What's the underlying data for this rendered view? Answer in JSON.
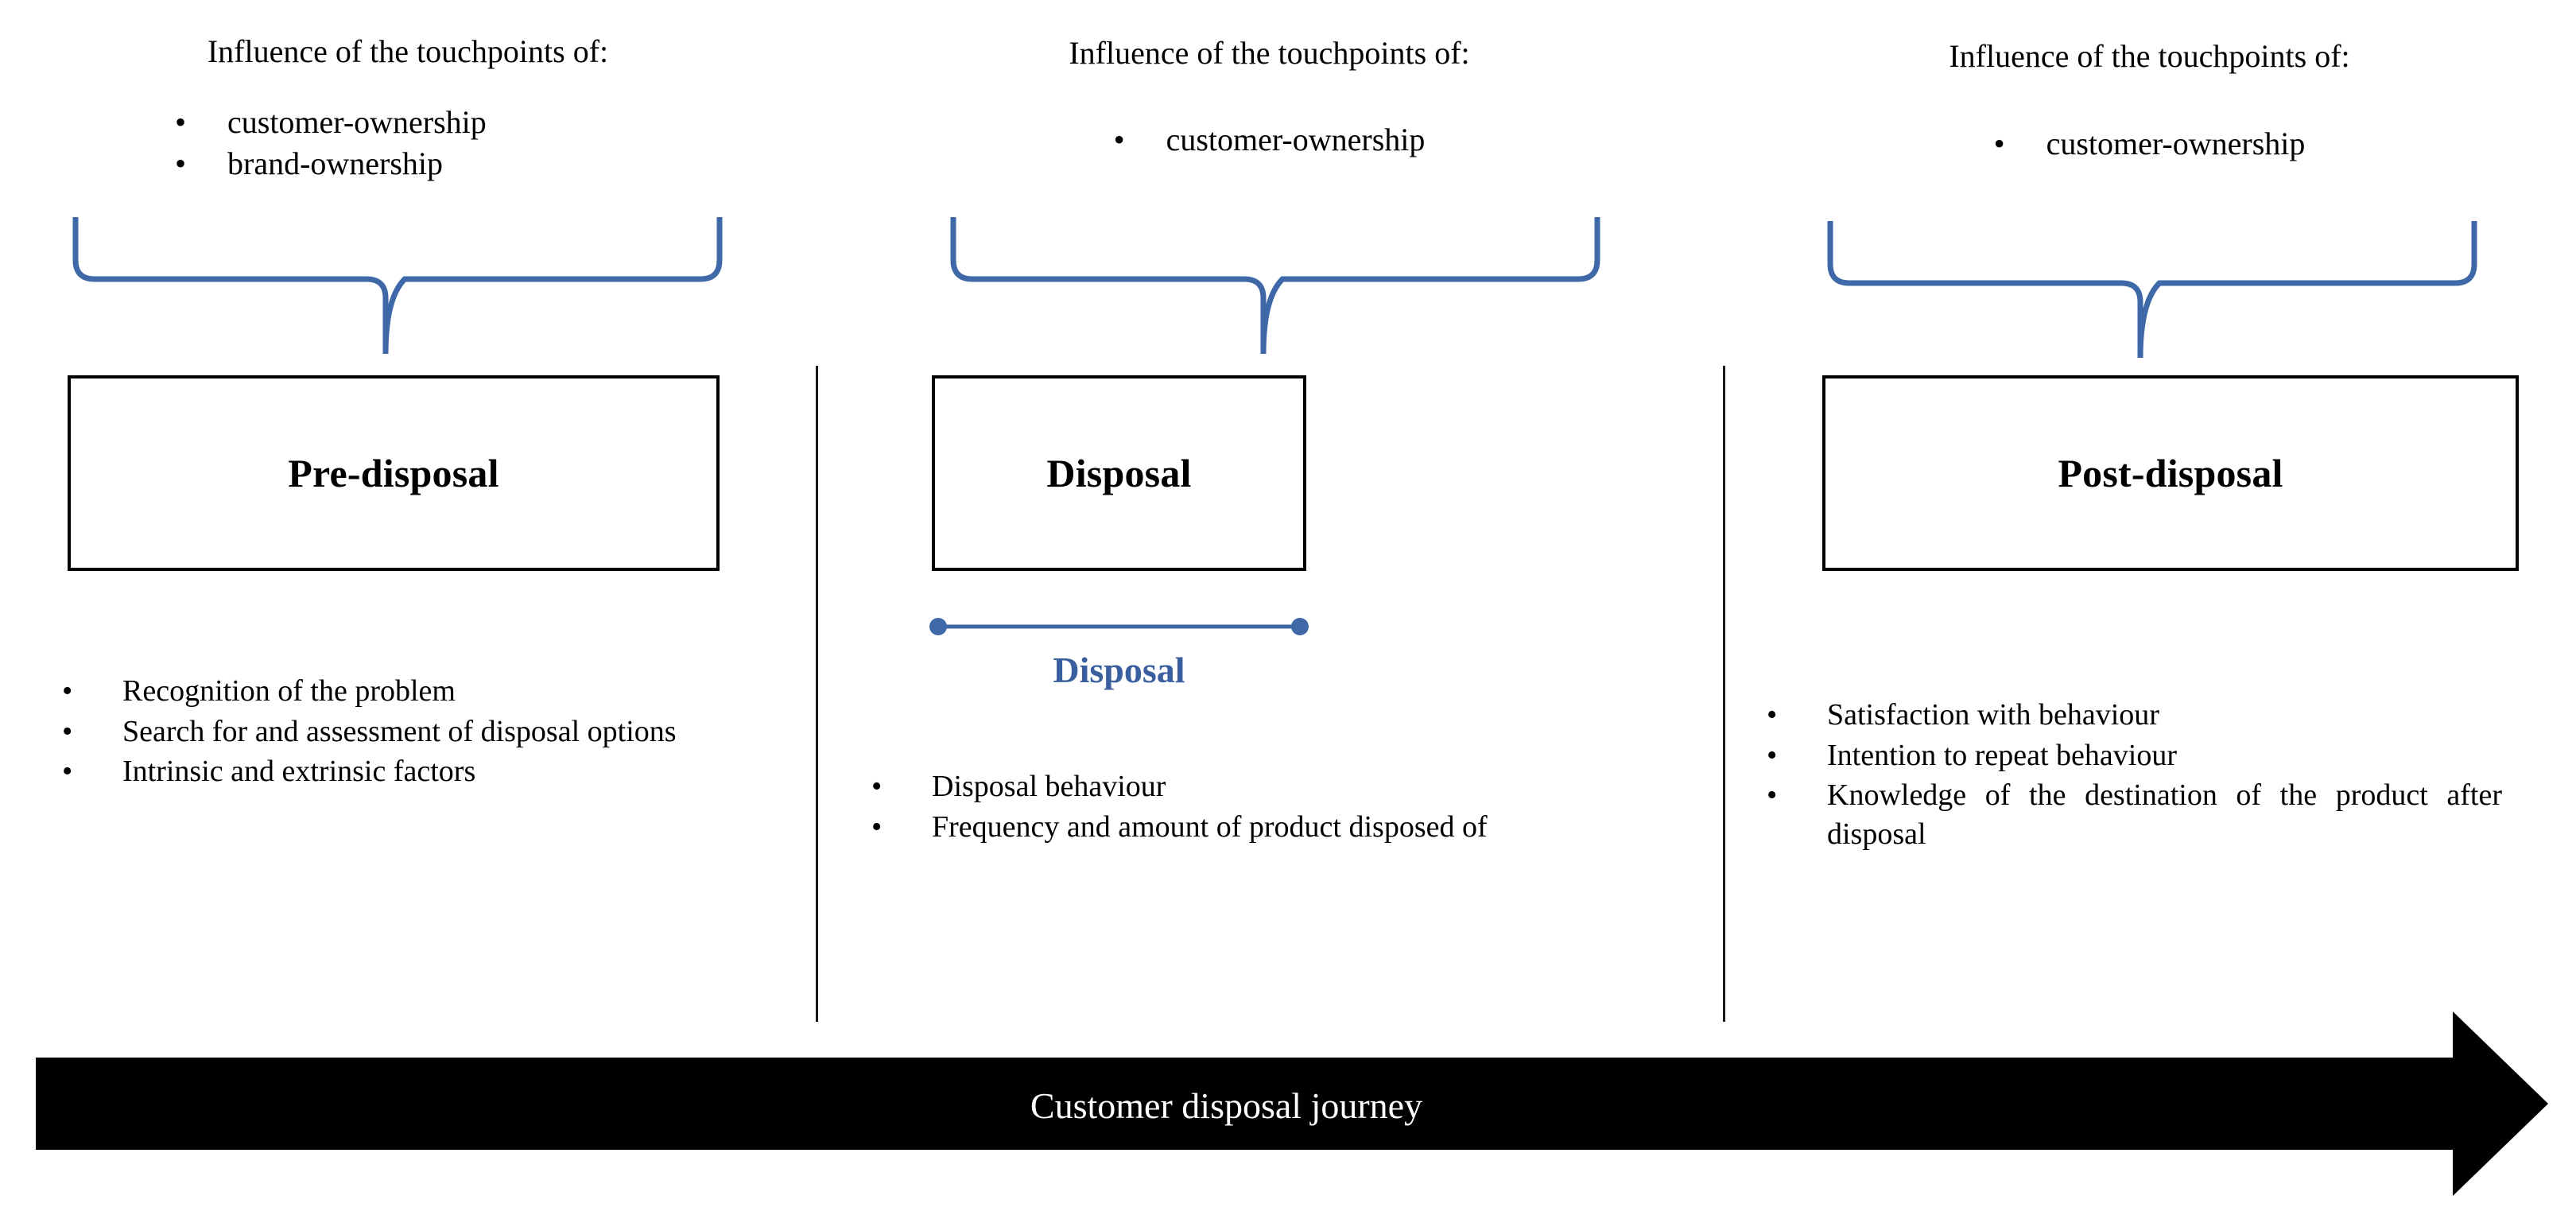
{
  "colors": {
    "brace": "#3f68a8",
    "connector": "#3f68a8",
    "connector_label": "#3a5f9e",
    "box_border": "#000000",
    "divider": "#1a1a1a",
    "arrow": "#000000",
    "arrow_label": "#ffffff",
    "background": "#ffffff"
  },
  "stages": [
    {
      "id": "pre-disposal",
      "touchpoints_title": "Influence of the touchpoints of:",
      "touchpoints": [
        "customer-ownership",
        "brand-ownership"
      ],
      "box_label": "Pre-disposal",
      "outcomes": [
        "Recognition of the problem",
        "Search for and assessment of disposal options",
        "Intrinsic and extrinsic factors"
      ]
    },
    {
      "id": "disposal",
      "touchpoints_title": "Influence of the touchpoints of:",
      "touchpoints": [
        "customer-ownership"
      ],
      "box_label": "Disposal",
      "connector_label": "Disposal",
      "outcomes": [
        "Disposal behaviour",
        "Frequency and amount of product disposed of"
      ]
    },
    {
      "id": "post-disposal",
      "touchpoints_title": "Influence of the touchpoints of:",
      "touchpoints": [
        "customer-ownership"
      ],
      "box_label": "Post-disposal",
      "outcomes": [
        "Satisfaction with behaviour",
        "Intention to repeat behaviour",
        "Knowledge of the destination of the product after disposal"
      ]
    }
  ],
  "journey": {
    "label": "Customer disposal journey"
  },
  "bullet_glyph": "•"
}
